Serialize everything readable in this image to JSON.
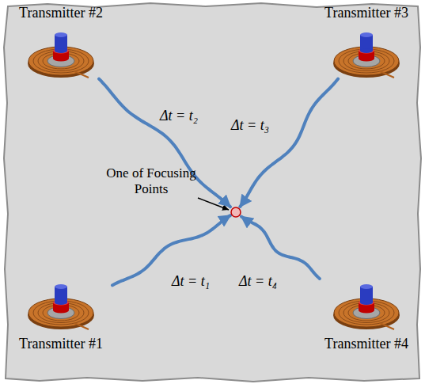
{
  "diagram": {
    "nodes": [
      {
        "text": [
          "Transmitter #2"
        ]
      },
      {
        "text": [
          "Transmitter #3"
        ]
      },
      {
        "text": [
          "One of Focusing Points"
        ]
      },
      {
        "text": [
          "Transmitter #1"
        ]
      },
      {
        "text": [
          "Transmitter #4"
        ]
      }
    ],
    "edges": [
      {
        "from": 0,
        "to": 2,
        "arrow": "to",
        "label": "Δt = t₂"
      },
      {
        "from": 1,
        "to": 2,
        "arrow": "to",
        "label": "Δt = t₃"
      },
      {
        "from": 3,
        "to": 2,
        "arrow": "to",
        "label": "Δt = t₁"
      },
      {
        "from": 4,
        "to": 2,
        "arrow": "to",
        "label": "Δt = t₄"
      }
    ]
  }
}
